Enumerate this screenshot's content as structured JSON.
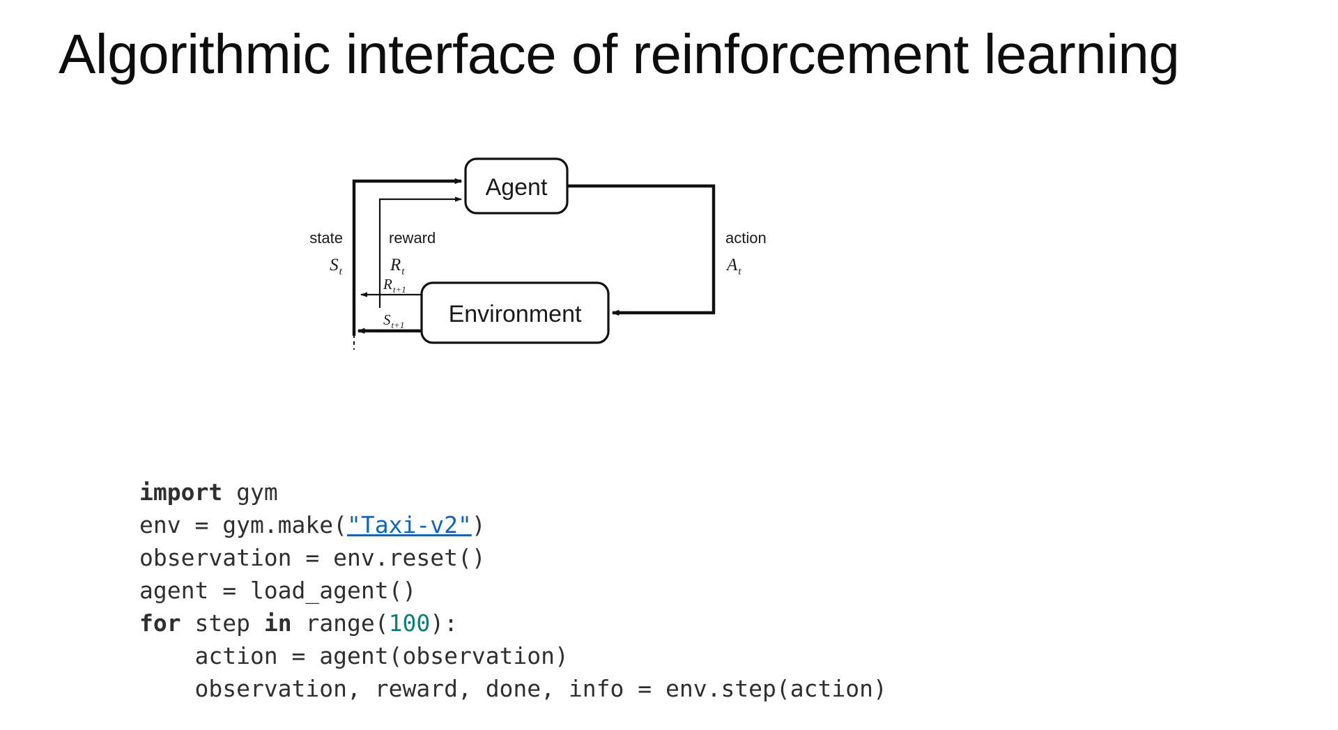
{
  "slide": {
    "title": "Algorithmic interface of reinforcement learning",
    "background_color": "#ffffff"
  },
  "diagram": {
    "name": "agent-environment-interaction-loop",
    "nodes": [
      {
        "id": "agent",
        "label": "Agent"
      },
      {
        "id": "environment",
        "label": "Environment"
      }
    ],
    "edges": [
      {
        "id": "state",
        "label": "state",
        "symbol": "S",
        "subscript": "t"
      },
      {
        "id": "reward",
        "label": "reward",
        "symbol": "R",
        "subscript": "t"
      },
      {
        "id": "action",
        "label": "action",
        "symbol": "A",
        "subscript": "t"
      },
      {
        "id": "next-reward",
        "label": "",
        "symbol": "R",
        "subscript": "t+1"
      },
      {
        "id": "next-state",
        "label": "",
        "symbol": "S",
        "subscript": "t+1"
      }
    ],
    "labels": {
      "state": "state",
      "reward": "reward",
      "action": "action",
      "state_symbol": "S",
      "state_sub": "t",
      "reward_symbol": "R",
      "reward_sub": "t",
      "action_symbol": "A",
      "action_sub": "t",
      "next_reward_symbol": "R",
      "next_reward_sub": "t+1",
      "next_state_symbol": "S",
      "next_state_sub": "t+1"
    },
    "line_color": "#111111"
  },
  "code": {
    "language": "python",
    "text_color": "#2f2f2f",
    "keyword_color": "#2f2f2f",
    "number_color": "#0f7c78",
    "link_color": "#1064c0",
    "lines": [
      {
        "id": "line-1",
        "parts": [
          {
            "t": "import",
            "style": "kw"
          },
          {
            "t": " gym",
            "style": "plain"
          }
        ]
      },
      {
        "id": "line-2",
        "parts": [
          {
            "t": "env = gym.make(",
            "style": "plain"
          },
          {
            "t": "\"Taxi-v2\"",
            "style": "link"
          },
          {
            "t": ")",
            "style": "plain"
          }
        ]
      },
      {
        "id": "line-3",
        "parts": [
          {
            "t": "observation = env.reset()",
            "style": "plain"
          }
        ]
      },
      {
        "id": "line-4",
        "parts": [
          {
            "t": "agent = load_agent()",
            "style": "plain"
          }
        ]
      },
      {
        "id": "line-5",
        "parts": [
          {
            "t": "for",
            "style": "kw"
          },
          {
            "t": " step ",
            "style": "plain"
          },
          {
            "t": "in",
            "style": "kw"
          },
          {
            "t": " range(",
            "style": "plain"
          },
          {
            "t": "100",
            "style": "num"
          },
          {
            "t": "):",
            "style": "plain"
          }
        ]
      },
      {
        "id": "line-6",
        "parts": [
          {
            "t": "    action = agent(observation)",
            "style": "plain"
          }
        ]
      },
      {
        "id": "line-7",
        "parts": [
          {
            "t": "    observation, reward, done, info = env.step(action)",
            "style": "plain"
          }
        ]
      }
    ],
    "plain_text": [
      "import gym",
      "env = gym.make(\"Taxi-v2\")",
      "observation = env.reset()",
      "agent = load_agent()",
      "for step in range(100):",
      "    action = agent(observation)",
      "    observation, reward, done, info = env.step(action)"
    ]
  }
}
